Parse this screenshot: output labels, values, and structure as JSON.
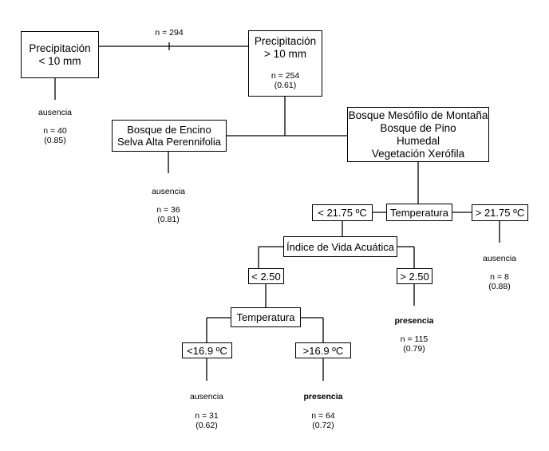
{
  "nodes": {
    "precip_low": [
      "Precipitación",
      "< 10 mm"
    ],
    "precip_high": [
      "Precipitación",
      "> 10 mm"
    ],
    "encino": [
      "Bosque de Encino",
      "Selva Alta Perennifolia"
    ],
    "mesofilo": [
      "Bosque Mesófilo de Montaña",
      "Bosque de Pino",
      "Humedal",
      "Vegetación Xerófila"
    ],
    "temp_split_1": "< 21.75 ºC",
    "temperatura_1": "Temperatura",
    "temp_split_2": "> 21.75 ºC",
    "indice": "Índice de Vida Acuática",
    "iva_low": "< 2.50",
    "iva_high": "> 2.50",
    "temperatura_2": "Temperatura",
    "temp_low": "<16.9 ºC",
    "temp_high": ">16.9 ºC"
  },
  "root_n": "n = 294",
  "leaves": {
    "precip_low": {
      "label": "ausencia",
      "n": "n = 40",
      "p": "(0.85)"
    },
    "precip_high": {
      "n": "n = 254",
      "p": "(0.61)"
    },
    "encino": {
      "label": "ausencia",
      "n": "n = 36",
      "p": "(0.81)"
    },
    "temp_gt": {
      "label": "ausencia",
      "n": "n = 8",
      "p": "(0.88)"
    },
    "iva_gt": {
      "label": "presencia",
      "n": "n = 115",
      "p": "(0.79)"
    },
    "temp_lt169": {
      "label": "ausencia",
      "n": "n = 31",
      "p": "(0.62)"
    },
    "temp_gt169": {
      "label": "presencia",
      "n": "n = 64",
      "p": "(0.72)"
    }
  }
}
